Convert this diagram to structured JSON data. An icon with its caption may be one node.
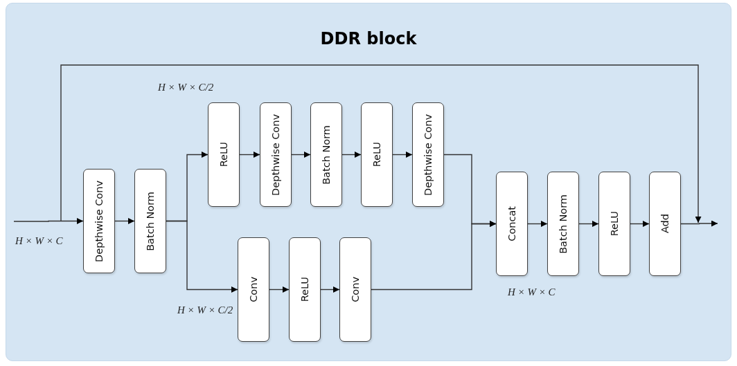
{
  "diagram": {
    "title": "DDR block",
    "nodes": [
      {
        "text": [
          "Depthwise Conv"
        ]
      },
      {
        "text": [
          "Batch Norm"
        ]
      },
      {
        "text": [
          "ReLU"
        ]
      },
      {
        "text": [
          "Depthwise Conv"
        ]
      },
      {
        "text": [
          "Batch Norm"
        ]
      },
      {
        "text": [
          "ReLU"
        ]
      },
      {
        "text": [
          "Depthwise Conv"
        ]
      },
      {
        "text": [
          "Conv"
        ]
      },
      {
        "text": [
          "ReLU"
        ]
      },
      {
        "text": [
          "Conv"
        ]
      },
      {
        "text": [
          "Concat"
        ]
      },
      {
        "text": [
          "Batch Norm"
        ]
      },
      {
        "text": [
          "ReLU"
        ]
      },
      {
        "text": [
          "Add"
        ]
      }
    ],
    "edges": [
      {
        "from": null,
        "to": 0,
        "arrow": "to"
      },
      {
        "from": 0,
        "to": 1,
        "arrow": "to"
      },
      {
        "from": 1,
        "to": 2,
        "arrow": "to"
      },
      {
        "from": 1,
        "to": 7,
        "arrow": "to"
      },
      {
        "from": 2,
        "to": 3,
        "arrow": "to"
      },
      {
        "from": 3,
        "to": 4,
        "arrow": "to"
      },
      {
        "from": 4,
        "to": 5,
        "arrow": "to"
      },
      {
        "from": 5,
        "to": 6,
        "arrow": "to"
      },
      {
        "from": 7,
        "to": 8,
        "arrow": "to"
      },
      {
        "from": 8,
        "to": 9,
        "arrow": "to"
      },
      {
        "from": 6,
        "to": 10,
        "arrow": "to"
      },
      {
        "from": 9,
        "to": 10,
        "arrow": "to"
      },
      {
        "from": 10,
        "to": 11,
        "arrow": "to"
      },
      {
        "from": 11,
        "to": 12,
        "arrow": "to"
      },
      {
        "from": 12,
        "to": 13,
        "arrow": "to"
      },
      {
        "from": 13,
        "to": null,
        "arrow": "to"
      }
    ],
    "labels": [
      "H × W × C/2",
      "H × W × C",
      "H × W × C/2",
      "H × W × C"
    ]
  }
}
